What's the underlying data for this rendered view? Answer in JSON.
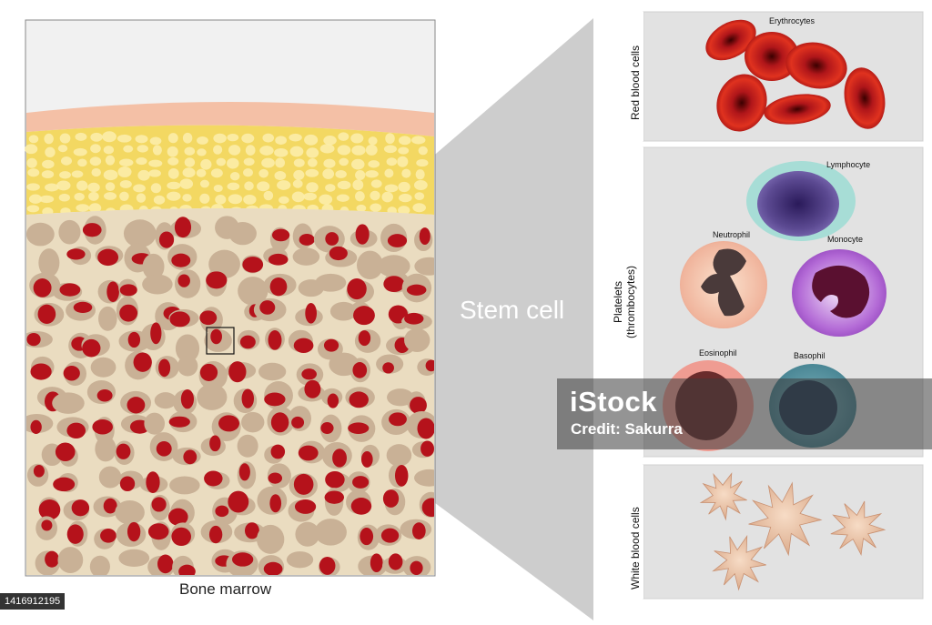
{
  "main": {
    "bone_marrow_label": "Bone marrow",
    "stem_cell_label": "Stem cell"
  },
  "panels": {
    "red": {
      "side_label": "Red blood cells",
      "cell_label": "Erythrocytes"
    },
    "platelets": {
      "side_label_line1": "Platelets",
      "side_label_line2": "(thrombocytes)",
      "cells": {
        "lymphocyte": "Lymphocyte",
        "neutrophil": "Neutrophil",
        "monocyte": "Monocyte",
        "eosinophil": "Eosinophil",
        "basophil": "Basophil"
      }
    },
    "white": {
      "side_label": "White blood cells"
    }
  },
  "watermark": {
    "logo": "iStock",
    "credit": "Credit: Sakurra"
  },
  "image_id": "1416912195",
  "colors": {
    "marrow_bg": "#eadcc0",
    "fat_layer": "#f3dc6a",
    "periosteum": "#f4c0a6",
    "blood_red": "#b5121b",
    "panel_bg": "#e6e6e6",
    "zoom_cone": "#c9c9c9"
  }
}
